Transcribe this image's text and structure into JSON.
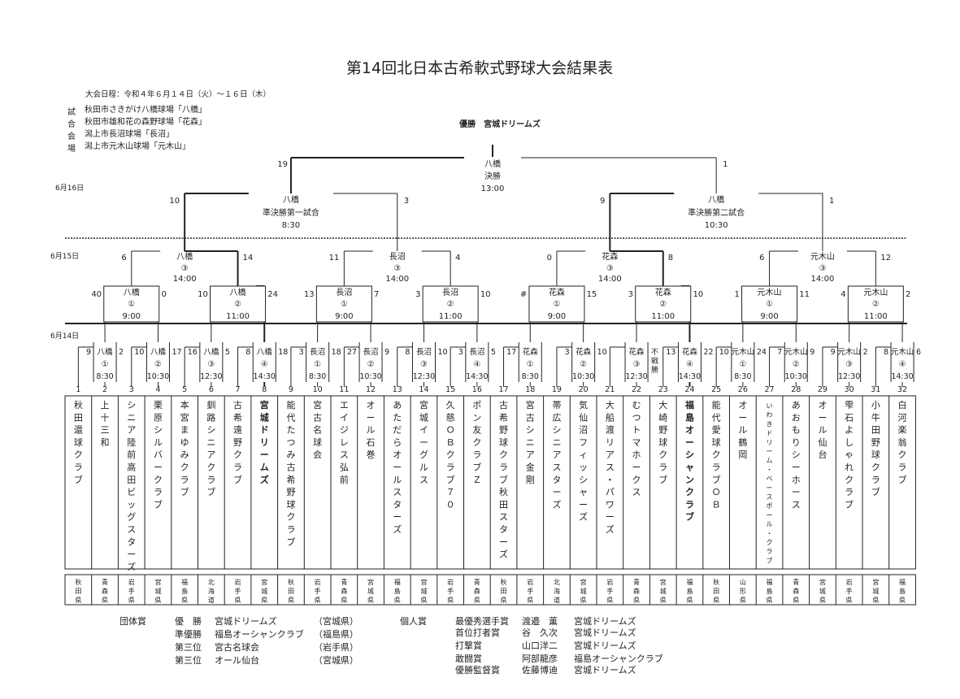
{
  "title": "第14回北日本古希軟式野球大会結果表",
  "schedule": "大会日程：令和４年６月１４日（火）～１６日（木）",
  "venue_label": "試合会場",
  "venues": [
    "秋田市さきがけ八橋球場「八橋」",
    "秋田市雄和花の森野球場「花森」",
    "潟上市長沼球場「長沼」",
    "潟上市元木山球場「元木山」"
  ],
  "champion": "優勝　宮城ドリームズ",
  "dates": {
    "d16": "6月16日",
    "d15": "6月15日",
    "d14": "6月14日"
  },
  "teams": [
    {
      "no": "1",
      "name": "秋田還球クラブ",
      "pref": "秋田県"
    },
    {
      "no": "2",
      "name": "上十三和",
      "pref": "青森県"
    },
    {
      "no": "3",
      "name": "シニア陸前高田ビッグスターズ",
      "pref": "岩手県"
    },
    {
      "no": "4",
      "name": "栗原シルバークラブ",
      "pref": "宮城県"
    },
    {
      "no": "5",
      "name": "本宮まゆみクラブ",
      "pref": "福島県"
    },
    {
      "no": "6",
      "name": "釧路シニアクラブ",
      "pref": "北海道"
    },
    {
      "no": "7",
      "name": "古希遠野クラブ",
      "pref": "岩手県"
    },
    {
      "no": "8",
      "name": "宮城ドリームズ",
      "pref": "宮城県",
      "bold": true
    },
    {
      "no": "9",
      "name": "能代たつみ古希野球クラブ",
      "pref": "秋田県"
    },
    {
      "no": "10",
      "name": "宮古名球会",
      "pref": "岩手県"
    },
    {
      "no": "11",
      "name": "エイジレス弘前",
      "pref": "青森県"
    },
    {
      "no": "12",
      "name": "オール石巻",
      "pref": "宮城県"
    },
    {
      "no": "13",
      "name": "あただらオールスターズ",
      "pref": "福島県"
    },
    {
      "no": "14",
      "name": "宮城イーグルス",
      "pref": "宮城県"
    },
    {
      "no": "15",
      "name": "久慈ＯＢクラブ７０",
      "pref": "岩手県"
    },
    {
      "no": "16",
      "name": "ポン友クラブＺ",
      "pref": "青森県"
    },
    {
      "no": "17",
      "name": "古希野球クラブ秋田スターズ",
      "pref": "秋田県"
    },
    {
      "no": "18",
      "name": "宮古シニア金剛",
      "pref": "岩手県"
    },
    {
      "no": "19",
      "name": "帯広シニアスターズ",
      "pref": "北海道"
    },
    {
      "no": "20",
      "name": "気仙沼フィッシャーズ",
      "pref": "宮城県"
    },
    {
      "no": "21",
      "name": "大船渡リアス・パワーズ",
      "pref": "岩手県"
    },
    {
      "no": "22",
      "name": "むつトマホークス",
      "pref": "青森県"
    },
    {
      "no": "23",
      "name": "大崎野球クラブ",
      "pref": "宮城県"
    },
    {
      "no": "24",
      "name": "福島オーシャンクラブ",
      "pref": "福島県",
      "bold": true
    },
    {
      "no": "25",
      "name": "能代愛球クラブＯＢ",
      "pref": "秋田県"
    },
    {
      "no": "26",
      "name": "オール鶴岡",
      "pref": "山形県"
    },
    {
      "no": "27",
      "name": "いわきドリーム・ベースボール・クラブ",
      "pref": "福島県",
      "small": true
    },
    {
      "no": "28",
      "name": "あおもりシーホース",
      "pref": "青森県"
    },
    {
      "no": "29",
      "name": "オール仙台",
      "pref": "宮城県"
    },
    {
      "no": "30",
      "name": "雫石よしゃれクラブ",
      "pref": "岩手県"
    },
    {
      "no": "31",
      "name": "小牛田野球クラブ",
      "pref": "宮城県"
    },
    {
      "no": "32",
      "name": "白河楽翁クラブ",
      "pref": "福島県"
    }
  ],
  "r1": [
    {
      "venue": "八橋",
      "game": "①",
      "time": "8:30",
      "left": "9",
      "right": "2",
      "win": null
    },
    {
      "venue": "八橋",
      "game": "②",
      "time": "10:30",
      "left": "10",
      "right": "17",
      "win": null
    },
    {
      "venue": "八橋",
      "game": "③",
      "time": "12:30",
      "left": "16",
      "right": "5",
      "win": null
    },
    {
      "venue": "八橋",
      "game": "④",
      "time": "14:30",
      "left": "8",
      "right": "18",
      "win": "R"
    },
    {
      "venue": "長沼",
      "game": "①",
      "time": "8:30",
      "left": "3",
      "right": "18",
      "win": null
    },
    {
      "venue": "長沼",
      "game": "②",
      "time": "10:30",
      "left": "27",
      "right": "9",
      "win": null
    },
    {
      "venue": "長沼",
      "game": "③",
      "time": "12:30",
      "left": "8",
      "right": "10",
      "win": null
    },
    {
      "venue": "長沼",
      "game": "④",
      "time": "14:30",
      "left": "3",
      "right": "5",
      "win": null
    },
    {
      "venue": "花森",
      "game": "①",
      "time": "8:30",
      "left": "17",
      "right": "",
      "win": null
    },
    {
      "venue": "花森",
      "game": "②",
      "time": "10:30",
      "left": "3",
      "right": "10",
      "win": null
    },
    {
      "venue": "花森",
      "game": "③",
      "time": "12:30",
      "left": "",
      "right": "不戦勝",
      "win": null
    },
    {
      "venue": "花森",
      "game": "④",
      "time": "14:30",
      "left": "13",
      "right": "22",
      "win": "R"
    },
    {
      "venue": "元木山",
      "game": "①",
      "time": "8:30",
      "left": "10",
      "right": "24",
      "win": null
    },
    {
      "venue": "元木山",
      "game": "②",
      "time": "10:30",
      "left": "7",
      "right": "9",
      "win": null
    },
    {
      "venue": "元木山",
      "game": "③",
      "time": "12:30",
      "left": "9",
      "right": "2",
      "win": null
    },
    {
      "venue": "元木山",
      "game": "④",
      "time": "14:30",
      "left": "8",
      "right": "6",
      "win": null
    }
  ],
  "r2": [
    {
      "venue": "八橋",
      "game": "①",
      "time": "9:00",
      "left": "40",
      "right": "0",
      "win": null
    },
    {
      "venue": "八橋",
      "game": "②",
      "time": "11:00",
      "left": "10",
      "right": "24",
      "win": "R"
    },
    {
      "venue": "長沼",
      "game": "①",
      "time": "9:00",
      "left": "13",
      "right": "7",
      "win": null
    },
    {
      "venue": "長沼",
      "game": "②",
      "time": "11:00",
      "left": "3",
      "right": "10",
      "win": null
    },
    {
      "venue": "花森",
      "game": "①",
      "time": "9:00",
      "left": "#",
      "right": "15",
      "win": null
    },
    {
      "venue": "花森",
      "game": "②",
      "time": "11:00",
      "left": "3",
      "right": "10",
      "win": "R"
    },
    {
      "venue": "元木山",
      "game": "①",
      "time": "9:00",
      "left": "1",
      "right": "11",
      "win": null
    },
    {
      "venue": "元木山",
      "game": "②",
      "time": "11:00",
      "left": "4",
      "right": "2",
      "win": null
    }
  ],
  "r3": [
    {
      "venue": "八橋",
      "game": "③",
      "time": "14:00",
      "left": "6",
      "right": "14",
      "win": "R"
    },
    {
      "venue": "長沼",
      "game": "③",
      "time": "14:00",
      "left": "11",
      "right": "4",
      "win": null
    },
    {
      "venue": "花森",
      "game": "③",
      "time": "14:00",
      "left": "0",
      "right": "8",
      "win": "R"
    },
    {
      "venue": "元木山",
      "game": "③",
      "time": "14:00",
      "left": "6",
      "right": "12",
      "win": null
    }
  ],
  "semis": [
    {
      "venue": "八橋",
      "name": "準決勝第一試合",
      "time": "8:30",
      "left": "10",
      "right": "3",
      "win": "L"
    },
    {
      "venue": "八橋",
      "name": "準決勝第二試合",
      "time": "10:30",
      "left": "9",
      "right": "1",
      "win": "L"
    }
  ],
  "final": {
    "venue": "八橋",
    "name": "決勝",
    "time": "13:00",
    "left": "19",
    "right": "1",
    "win": "L"
  },
  "awards": {
    "team_label": "団体賞",
    "team": [
      {
        "rank": "優　勝",
        "name": "宮城ドリームズ",
        "pref": "（宮城県）"
      },
      {
        "rank": "準優勝",
        "name": "福島オーシャンクラブ",
        "pref": "（福島県）"
      },
      {
        "rank": "第三位",
        "name": "宮古名球会",
        "pref": "（岩手県）"
      },
      {
        "rank": "第三位",
        "name": "オール仙台",
        "pref": "（宮城県）"
      }
    ],
    "indiv_label": "個人賞",
    "indiv": [
      {
        "award": "最優秀選手賞",
        "person": "渡邉　薫",
        "team": "宮城ドリームズ"
      },
      {
        "award": "首位打者賞",
        "person": "谷　久次",
        "team": "宮城ドリームズ"
      },
      {
        "award": "打撃賞",
        "person": "山口洋二",
        "team": "宮城ドリームズ"
      },
      {
        "award": "敢闘賞",
        "person": "阿部龍彦",
        "team": "福島オーシャンクラブ"
      },
      {
        "award": "優勝監督賞",
        "person": "佐藤博迪",
        "team": "宮城ドリームズ"
      }
    ]
  }
}
